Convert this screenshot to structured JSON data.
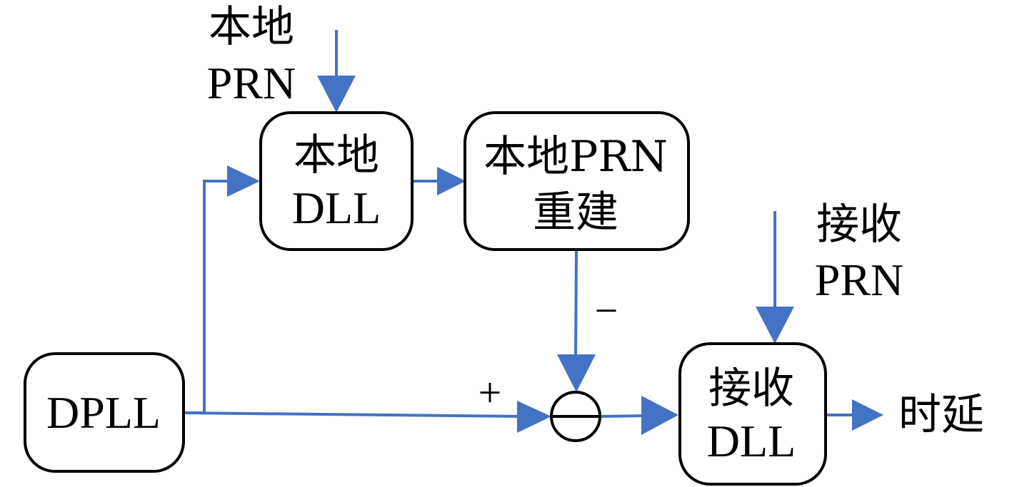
{
  "colors": {
    "wire": "#4472C4",
    "box_stroke": "#000000"
  },
  "blocks": {
    "local_dll": {
      "line1": "本地",
      "line2": "DLL"
    },
    "local_prn_rebuild": {
      "line1": "本地PRN",
      "line2": "重建"
    },
    "dpll": {
      "line1": "DPLL"
    },
    "receive_dll": {
      "line1": "接收",
      "line2": "DLL"
    }
  },
  "inputs": {
    "local_prn": {
      "line1": "本地",
      "line2": "PRN"
    },
    "receive_prn": {
      "line1": "接收",
      "line2": "PRN"
    }
  },
  "summer": {
    "plus": "+",
    "minus": "−"
  },
  "output": {
    "label": "时延"
  }
}
